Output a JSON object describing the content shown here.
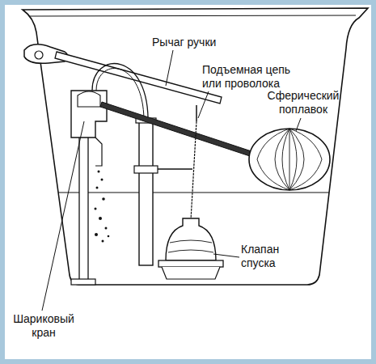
{
  "diagram": {
    "labels": [
      "Рычаг ручки",
      "Подъемная цепь или проволока",
      "Сферический поплавок",
      "Клапан спуска",
      "Шариковый кран"
    ]
  }
}
